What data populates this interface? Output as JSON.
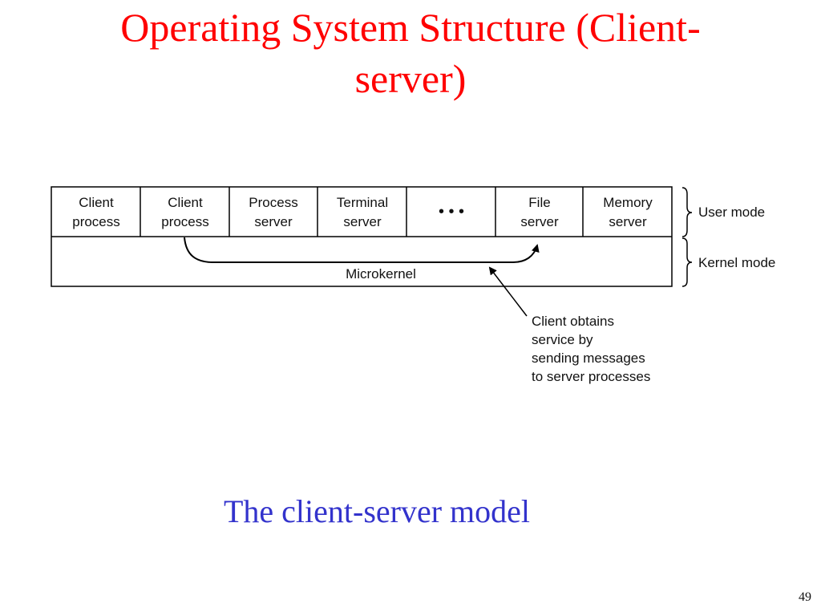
{
  "title": "Operating System Structure (Client-server)",
  "title_lines": [
    "Operating System Structure (Client-",
    "server)"
  ],
  "diagram": {
    "cells": [
      {
        "line1": "Client",
        "line2": "process"
      },
      {
        "line1": "Client",
        "line2": "process"
      },
      {
        "line1": "Process",
        "line2": "server"
      },
      {
        "line1": "Terminal",
        "line2": "server"
      },
      {
        "line1": "• • •",
        "line2": ""
      },
      {
        "line1": "File",
        "line2": "server"
      },
      {
        "line1": "Memory",
        "line2": "server"
      }
    ],
    "microkernel_label": "Microkernel",
    "user_mode_label": "User mode",
    "kernel_mode_label": "Kernel mode",
    "note_lines": [
      "Client obtains",
      "service by",
      "sending messages",
      "to server processes"
    ]
  },
  "caption": "The client-server model",
  "page_number": "49",
  "colors": {
    "title": "#ff0000",
    "caption": "#3333cc",
    "lines": "#000000"
  }
}
